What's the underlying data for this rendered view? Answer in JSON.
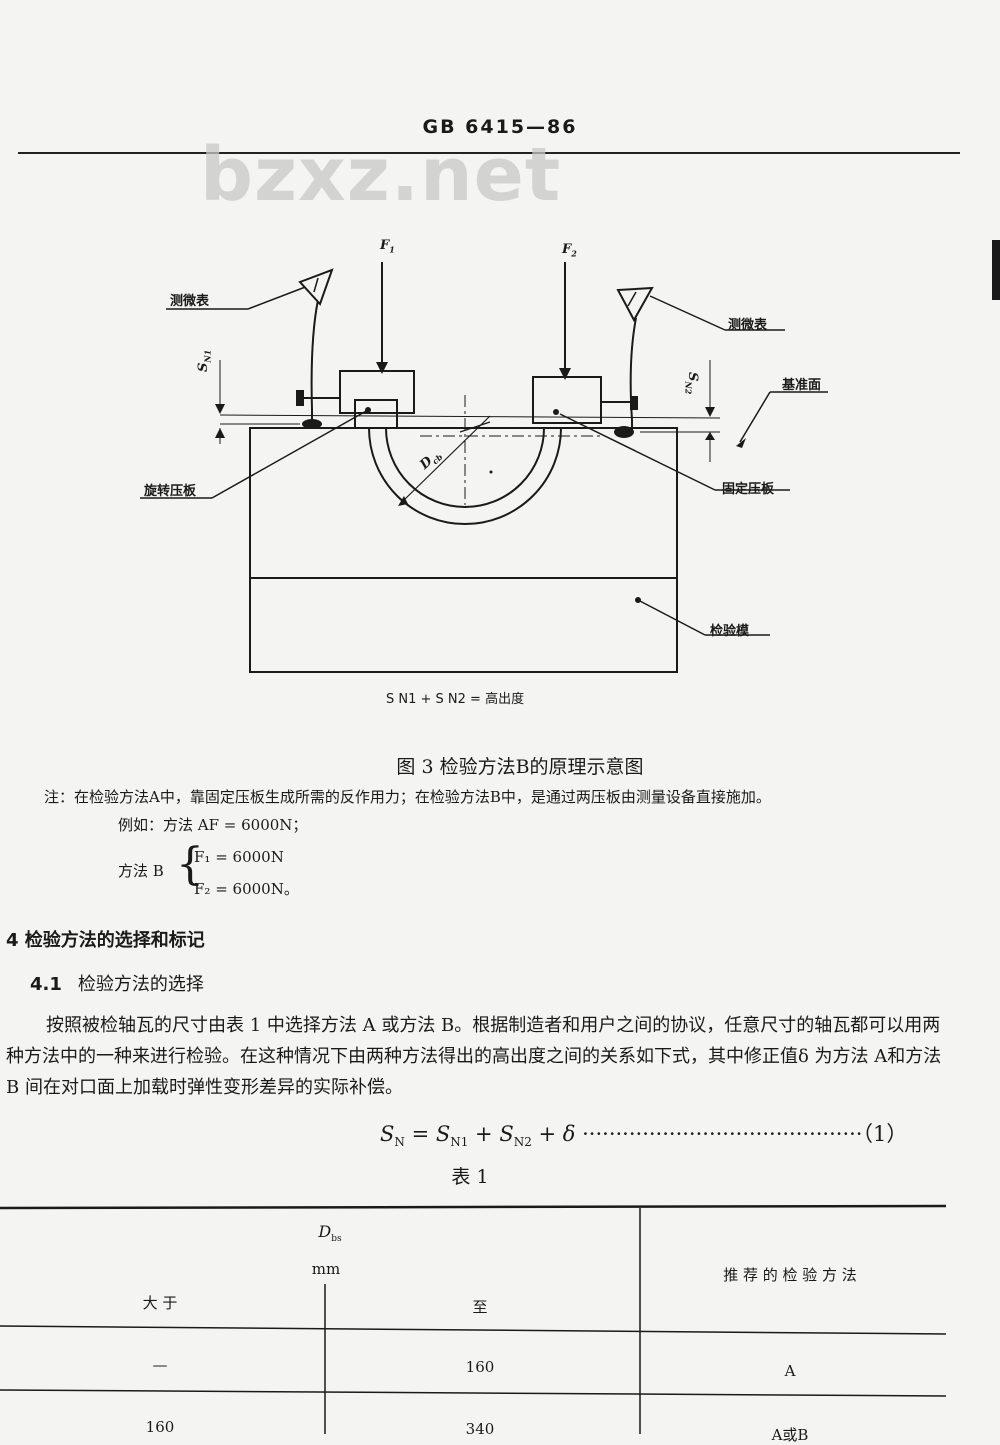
{
  "header": {
    "code": "GB 6415—86"
  },
  "watermark": "bzxz.net",
  "figure": {
    "labels": {
      "f1": "F",
      "f1_sub": "1",
      "f2": "F",
      "f2_sub": "2",
      "dial_left": "测微表",
      "dial_right": "测微表",
      "sn1": "S",
      "sn1_sub": "N1",
      "sn2": "S",
      "sn2_sub": "N2",
      "reference": "基准面",
      "rotating_plate": "旋转压板",
      "fixed_plate": "固定压板",
      "diameter": "D",
      "diameter_sub": "cb",
      "test_block": "检验模",
      "bottom_formula": "S N1 + S N2 = 高出度"
    },
    "caption": "图  3   检验方法B的原理示意图"
  },
  "note": {
    "text": "注：在检验方法A中，靠固定压板生成所需的反作用力；在检验方法B中，是通过两压板由测量设备直接施加。",
    "example_line": "例如：方法 AF = 6000N；",
    "method_b_label": "方法 B",
    "f1_line": "F₁ = 6000N",
    "f2_line": "F₂ = 6000N。"
  },
  "section4": {
    "title": "4   检验方法的选择和标记"
  },
  "section41": {
    "number": "4.1",
    "title": "检验方法的选择",
    "paragraph": "按照被检轴瓦的尺寸由表 1 中选择方法 A 或方法 B。根据制造者和用户之间的协议，任意尺寸的轴瓦都可以用两种方法中的一种来进行检验。在这种情况下由两种方法得出的高出度之间的关系如下式，其中修正值δ 为方法 A和方法 B 间在对口面上加载时弹性变形差异的实际补偿。"
  },
  "formula": {
    "expr": "S",
    "sub_n": "N",
    "rest": " = S",
    "sub_n1": "N1",
    "plus": " + S",
    "sub_n2": "N2",
    "delta": " + δ ",
    "dots": "··········································",
    "number": "（1）"
  },
  "table": {
    "title": "表  1",
    "header_dim": "D",
    "header_dim_sub": "bs",
    "header_unit": "mm",
    "col_gt": "大 于",
    "col_to": "至",
    "col_method": "推 荐 的 检 验 方 法",
    "rows": [
      {
        "gt": "—",
        "to": "160",
        "method": "A"
      },
      {
        "gt": "160",
        "to": "340",
        "method": "A或B"
      }
    ]
  }
}
